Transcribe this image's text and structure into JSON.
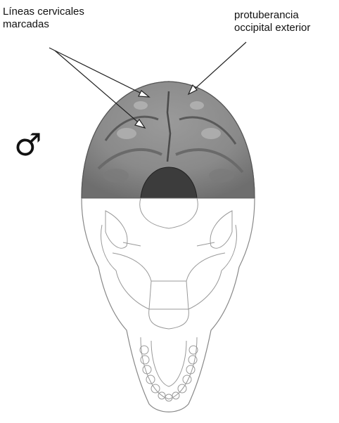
{
  "labels": {
    "cervical_lines": [
      "Líneas cervicales",
      "marcadas"
    ],
    "external_occipital_protuberance": [
      "protuberancia",
      "occipital exterior"
    ]
  },
  "sex_symbol": "♂",
  "colors": {
    "shaded_region": "#8c8c8c",
    "outline": "#555555",
    "foramen": "#3c3c3c"
  }
}
